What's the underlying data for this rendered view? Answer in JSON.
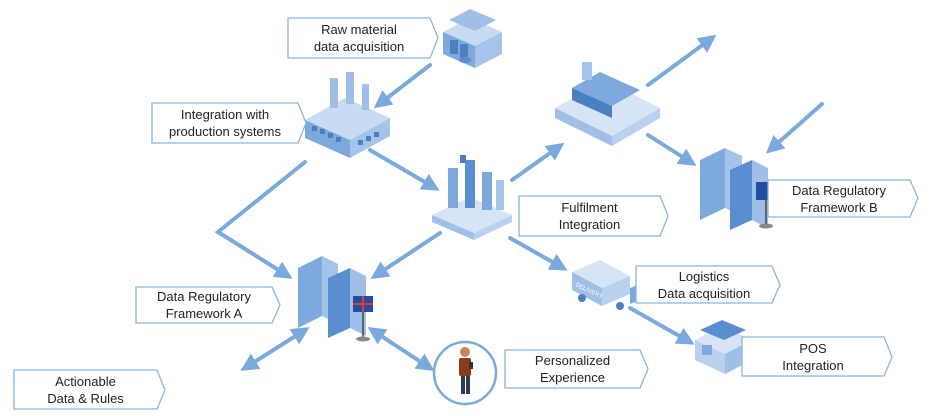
{
  "colors": {
    "arrow": "#7aa9dc",
    "label_border": "#8ab4e0",
    "label_fill": "#ffffff",
    "icon_light": "#b9d1ef",
    "icon_mid": "#7ea9dc",
    "icon_dark": "#4a7fc0",
    "flag": "#1f4fa0"
  },
  "labels": {
    "raw_material": {
      "line1": "Raw material",
      "line2": "data acquisition"
    },
    "integration": {
      "line1": "Integration with",
      "line2": "production systems"
    },
    "fulfilment": {
      "line1": "Fulfilment",
      "line2": "Integration"
    },
    "framework_b": {
      "line1": "Data Regulatory",
      "line2": "Framework B"
    },
    "framework_a": {
      "line1": "Data Regulatory",
      "line2": "Framework A"
    },
    "logistics": {
      "line1": "Logistics",
      "line2": "Data acquisition"
    },
    "pos": {
      "line1": "POS",
      "line2": "Integration"
    },
    "personalized": {
      "line1": "Personalized",
      "line2": "Experience"
    },
    "actionable": {
      "line1": "Actionable",
      "line2": "Data & Rules"
    }
  },
  "icons": {
    "warehouse": "warehouse-icon",
    "factory": "factory-icon",
    "fulfilment": "fulfilment-center-icon",
    "ship": "cargo-ship-icon",
    "server_b": "server-rack-eu-flag-icon",
    "server_a": "server-rack-uk-flag-icon",
    "truck": "delivery-truck-icon",
    "store": "retail-store-icon",
    "person": "customer-person-icon"
  },
  "truck_text": "DELIVERY"
}
